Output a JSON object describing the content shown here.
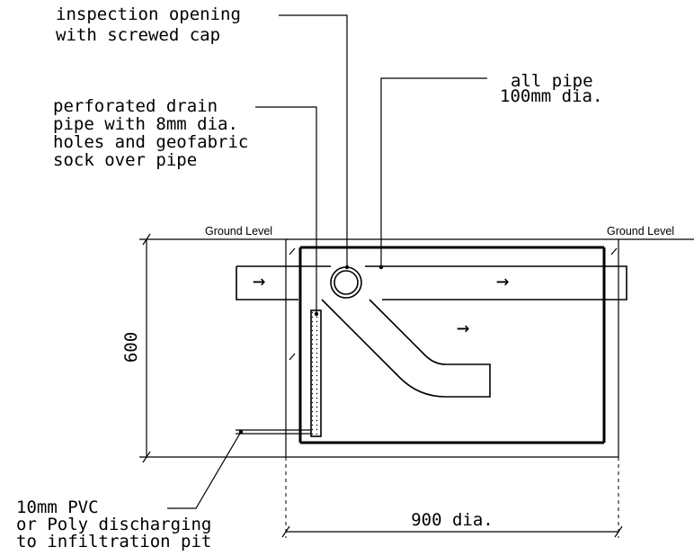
{
  "labels": {
    "inspection": [
      "inspection opening",
      "with screwed cap"
    ],
    "pipe": [
      "all pipe",
      "100mm dia."
    ],
    "perforated": [
      "perforated drain",
      "pipe with 8mm dia.",
      "holes and geofabric",
      "sock over pipe"
    ],
    "discharge": [
      "10mm PVC",
      "or Poly discharging",
      "to infiltration pit"
    ],
    "ground_left": "Ground Level",
    "ground_right": "Ground Level",
    "height_dim": "600",
    "width_dim": "900 dia."
  },
  "flow_arrows": [
    "→",
    "→",
    "→"
  ]
}
